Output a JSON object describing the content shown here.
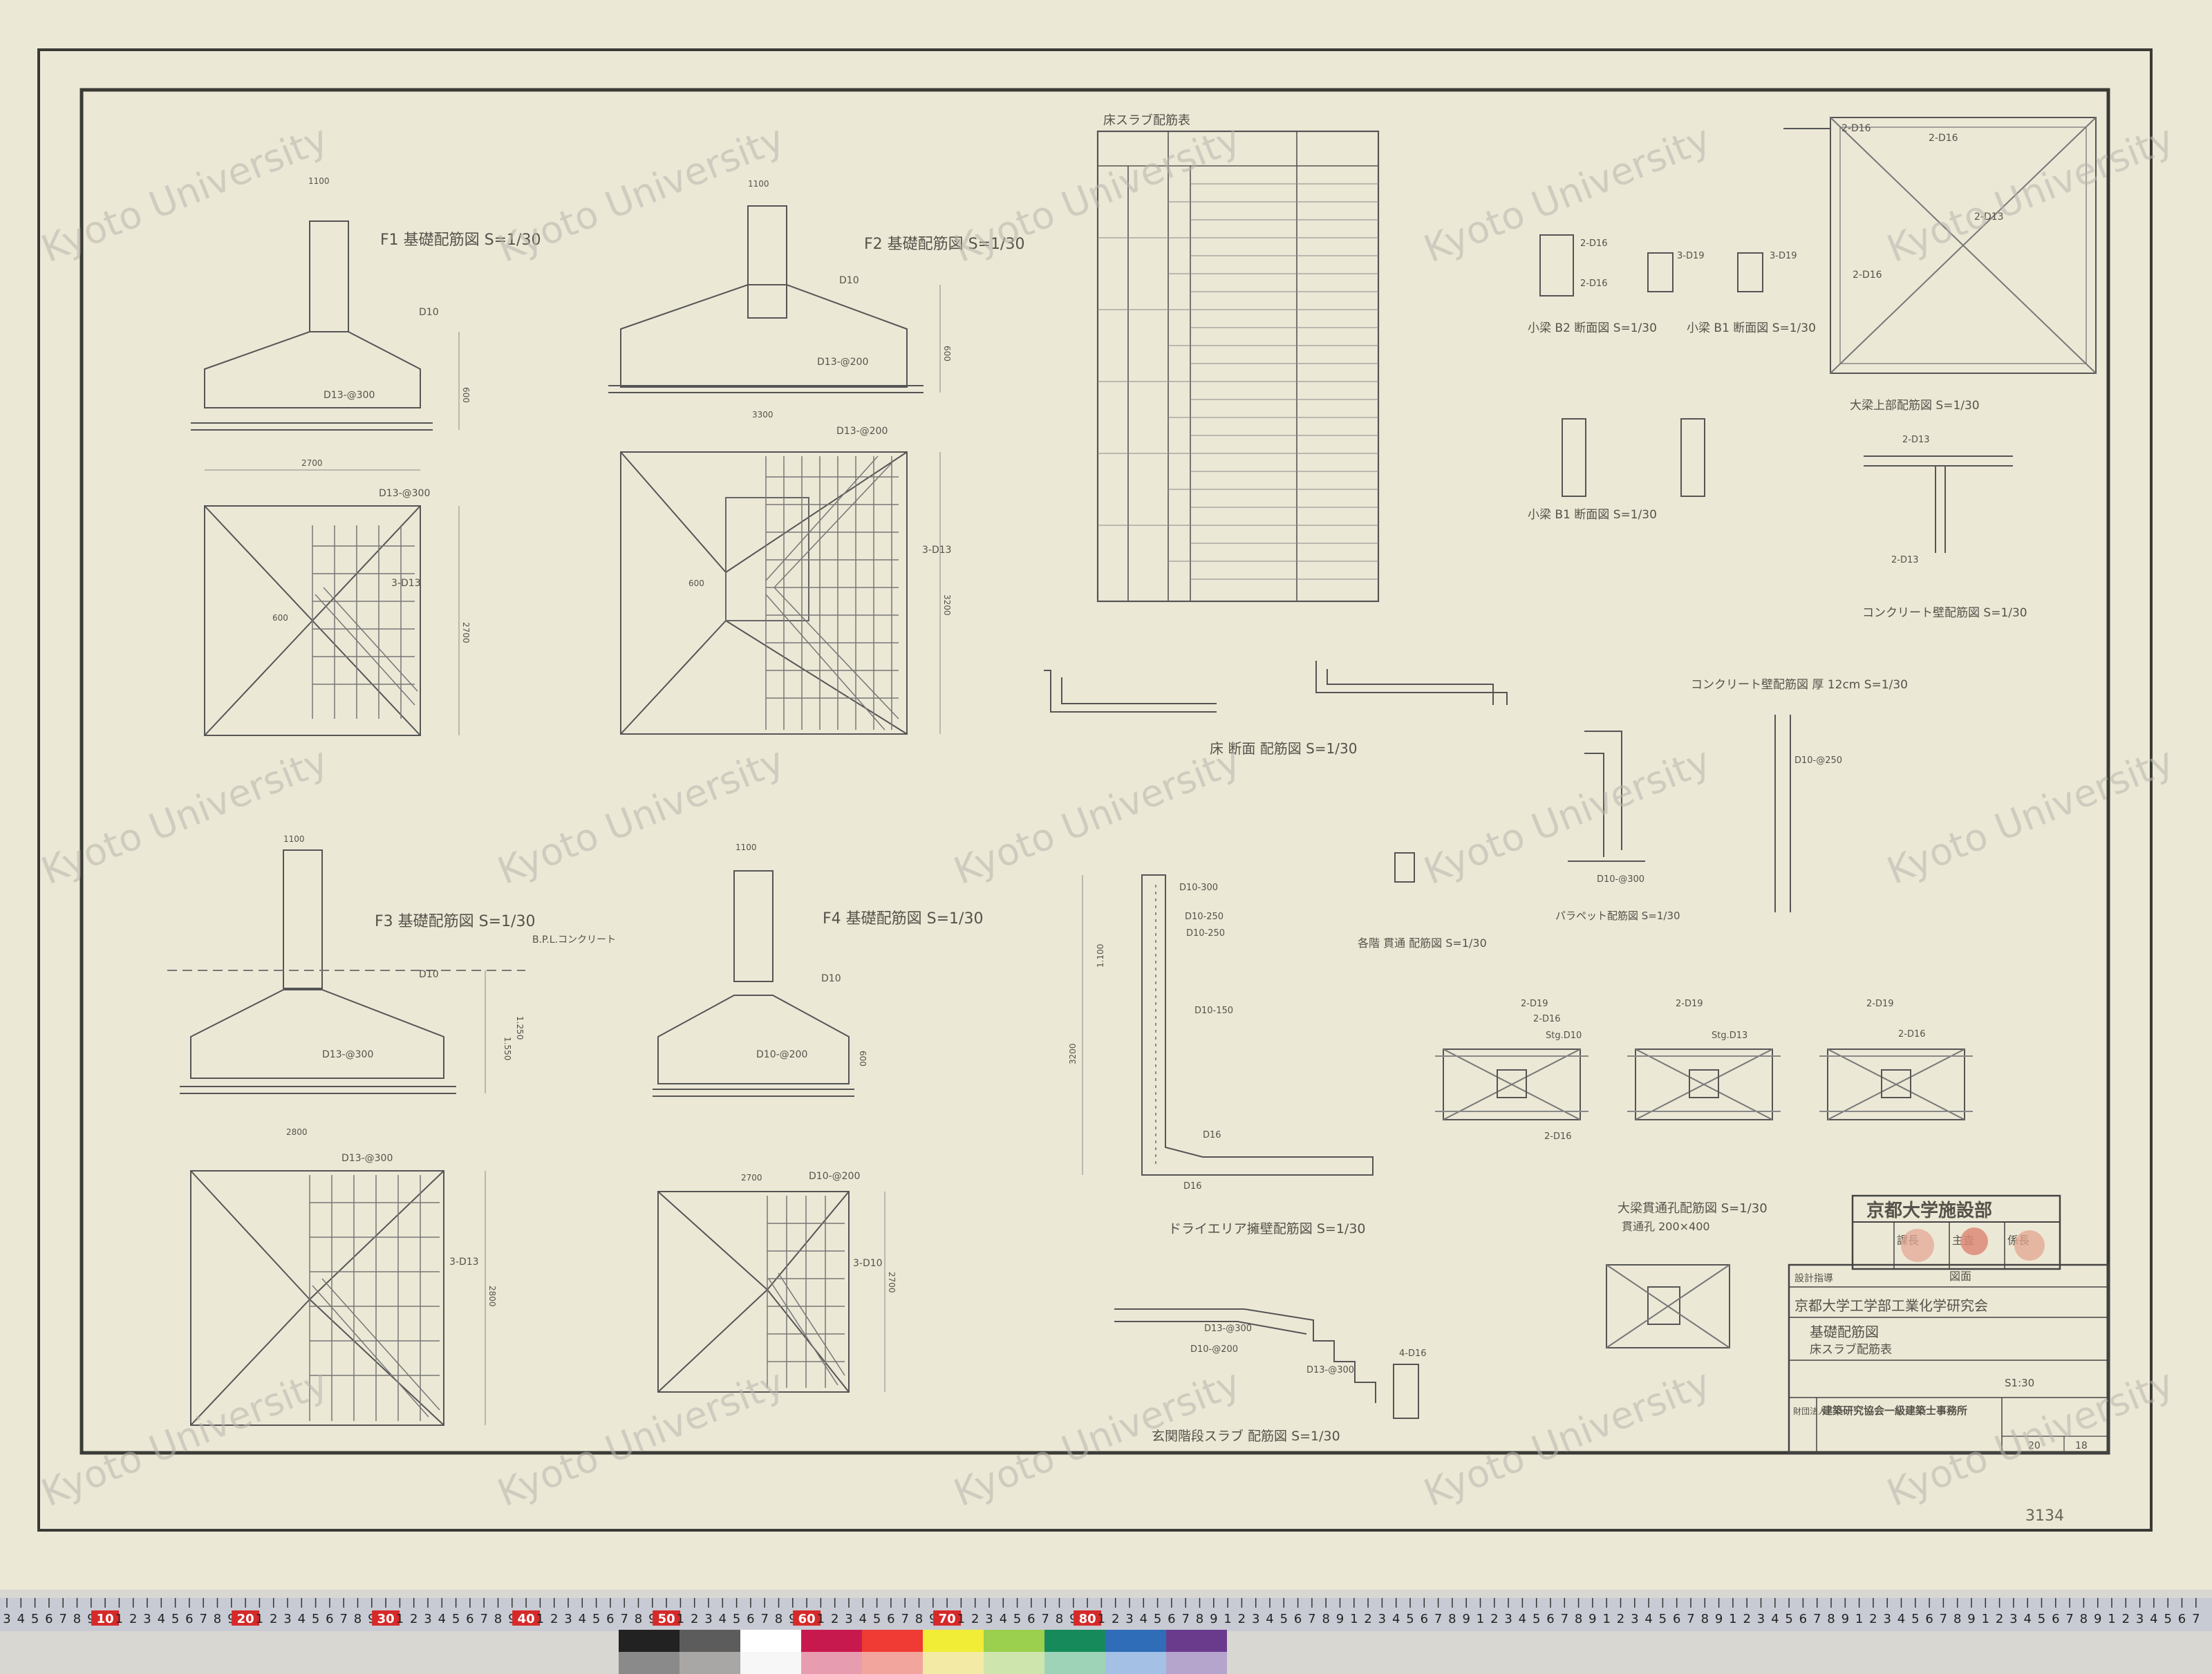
{
  "institution": "京都大学施設部",
  "stamp_labels": [
    "課長",
    "主査",
    "係長"
  ],
  "title_block": {
    "design_supervision": "設計指導",
    "drawing_name_label": "図面",
    "project": "京都大学工学部工業化学研究会",
    "drawing_title": "基礎配筋図",
    "drawing_subtitle": "床スラブ配筋表",
    "scale": "S1:30",
    "office_type": "財団法人",
    "office_name": "建築研究協会一級建築士事務所",
    "sheet_no": "20",
    "sheet_total": "18"
  },
  "drawings": [
    {
      "id": "f1",
      "title": "F1 基礎配筋図 S=1/30",
      "labels": [
        "D10",
        "D13-@300",
        "D13-@300",
        "3-D13"
      ],
      "dims": [
        "1100",
        "2700",
        "2700",
        "600",
        "600"
      ]
    },
    {
      "id": "f2",
      "title": "F2 基礎配筋図 S=1/30",
      "labels": [
        "D10",
        "D13-@200",
        "D13-@200",
        "3-D13"
      ],
      "dims": [
        "1100",
        "3300",
        "3200",
        "600",
        "600"
      ]
    },
    {
      "id": "f3",
      "title": "F3 基礎配筋図 S=1/30",
      "labels": [
        "D10",
        "D13-@300",
        "D13-@300",
        "3-D13",
        "B.P.L.コンクリート"
      ],
      "dims": [
        "1100",
        "2800",
        "2800",
        "1.250",
        "1.550"
      ]
    },
    {
      "id": "f4",
      "title": "F4 基礎配筋図 S=1/30",
      "labels": [
        "D10",
        "D10-@200",
        "D10-@200",
        "3-D10"
      ],
      "dims": [
        "1100",
        "2700",
        "2700",
        "600"
      ]
    },
    {
      "id": "slab",
      "title": "床スラブ配筋表"
    },
    {
      "id": "floor",
      "title": "床 断面 配筋図 S=1/30"
    },
    {
      "id": "beams1",
      "title": "小梁 B2 断面図 S=1/30",
      "labels": [
        "2-D16",
        "2-D16",
        "3-D19",
        "3-D19"
      ]
    },
    {
      "id": "beams2",
      "title": "小梁 B1 断面図 S=1/30"
    },
    {
      "id": "plan",
      "title": "大梁上部配筋図 S=1/30",
      "labels": [
        "2-D16",
        "2-D16",
        "2-D16",
        "2-D13"
      ]
    },
    {
      "id": "sec2",
      "title": "小梁 B1 断面図 S=1/30"
    },
    {
      "id": "tjoint",
      "title": "コンクリート壁配筋図 S=1/30",
      "labels": [
        "2-D13",
        "2-D13"
      ]
    },
    {
      "id": "wall",
      "title": "コンクリート壁配筋図 厚 12cm S=1/30",
      "labels": [
        "D10-@250",
        "D10-@300"
      ]
    },
    {
      "id": "parapet",
      "title": "パラペット配筋図 S=1/30"
    },
    {
      "id": "dryarea",
      "title": "ドライエリア擁壁配筋図 S=1/30",
      "labels": [
        "D10-300",
        "D10-250",
        "D10-250",
        "D10-150",
        "D16",
        "D16"
      ],
      "dims": [
        "3200",
        "1.100"
      ]
    },
    {
      "id": "stair",
      "title": "玄関階段スラブ 配筋図 S=1/30",
      "labels": [
        "D13-@300",
        "D10-@200",
        "D13-@300",
        "4-D16"
      ]
    },
    {
      "id": "hole",
      "title": "各階 貫通 配筋図 S=1/30"
    },
    {
      "id": "openings",
      "title": "大梁貫通孔配筋図 S=1/30",
      "labels": [
        "2-D19",
        "2-D19",
        "2-D19",
        "2-D16",
        "Stg.D10",
        "2-D16",
        "Stg.D13",
        "2-D16"
      ]
    },
    {
      "id": "hole2",
      "title": "貫通孔 200×400"
    }
  ],
  "watermark": "Kyoto University",
  "annotation": "3134",
  "ruler": {
    "major_labels": [
      "10",
      "20",
      "30",
      "40",
      "50",
      "60",
      "70",
      "80"
    ],
    "digits": [
      "1",
      "2",
      "3",
      "4",
      "5",
      "6",
      "7",
      "8",
      "9"
    ]
  },
  "swatch_colors": {
    "top": [
      "#222222",
      "#5c5c5c",
      "#ffffff",
      "#c8194e",
      "#f03a34",
      "#f1ec36",
      "#9ad04e",
      "#168a5a",
      "#2f6db9",
      "#6a3b8d"
    ],
    "bottom": [
      "#8a8a8a",
      "#a9a7a5",
      "#f7f7f7",
      "#e89cb0",
      "#f2a59c",
      "#f3eaa6",
      "#cfe5ae",
      "#9fd3b7",
      "#a4c0e4",
      "#b5a4cc"
    ]
  }
}
